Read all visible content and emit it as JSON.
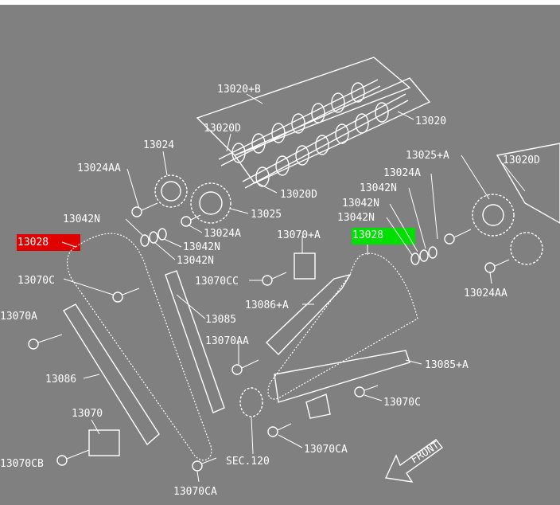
{
  "diagram": {
    "highlight_colors": {
      "red": "#e00000",
      "green": "#00e000"
    },
    "labels": [
      "13020+B",
      "13020D",
      "13020",
      "13024",
      "13020D",
      "13024AA",
      "13025",
      "13024A",
      "13042N",
      "13042N",
      "13042N",
      "13028",
      "13070C",
      "13070A",
      "13086",
      "13070",
      "13070CB",
      "13085",
      "13070CC",
      "13086+A",
      "13070AA",
      "13070+A",
      "13028",
      "13085+A",
      "13070C",
      "13070CA",
      "SEC.120",
      "13070CA",
      "13025+A",
      "13020D",
      "13024A",
      "13042N",
      "13042N",
      "13042N",
      "13024AA",
      "FRONT"
    ]
  }
}
